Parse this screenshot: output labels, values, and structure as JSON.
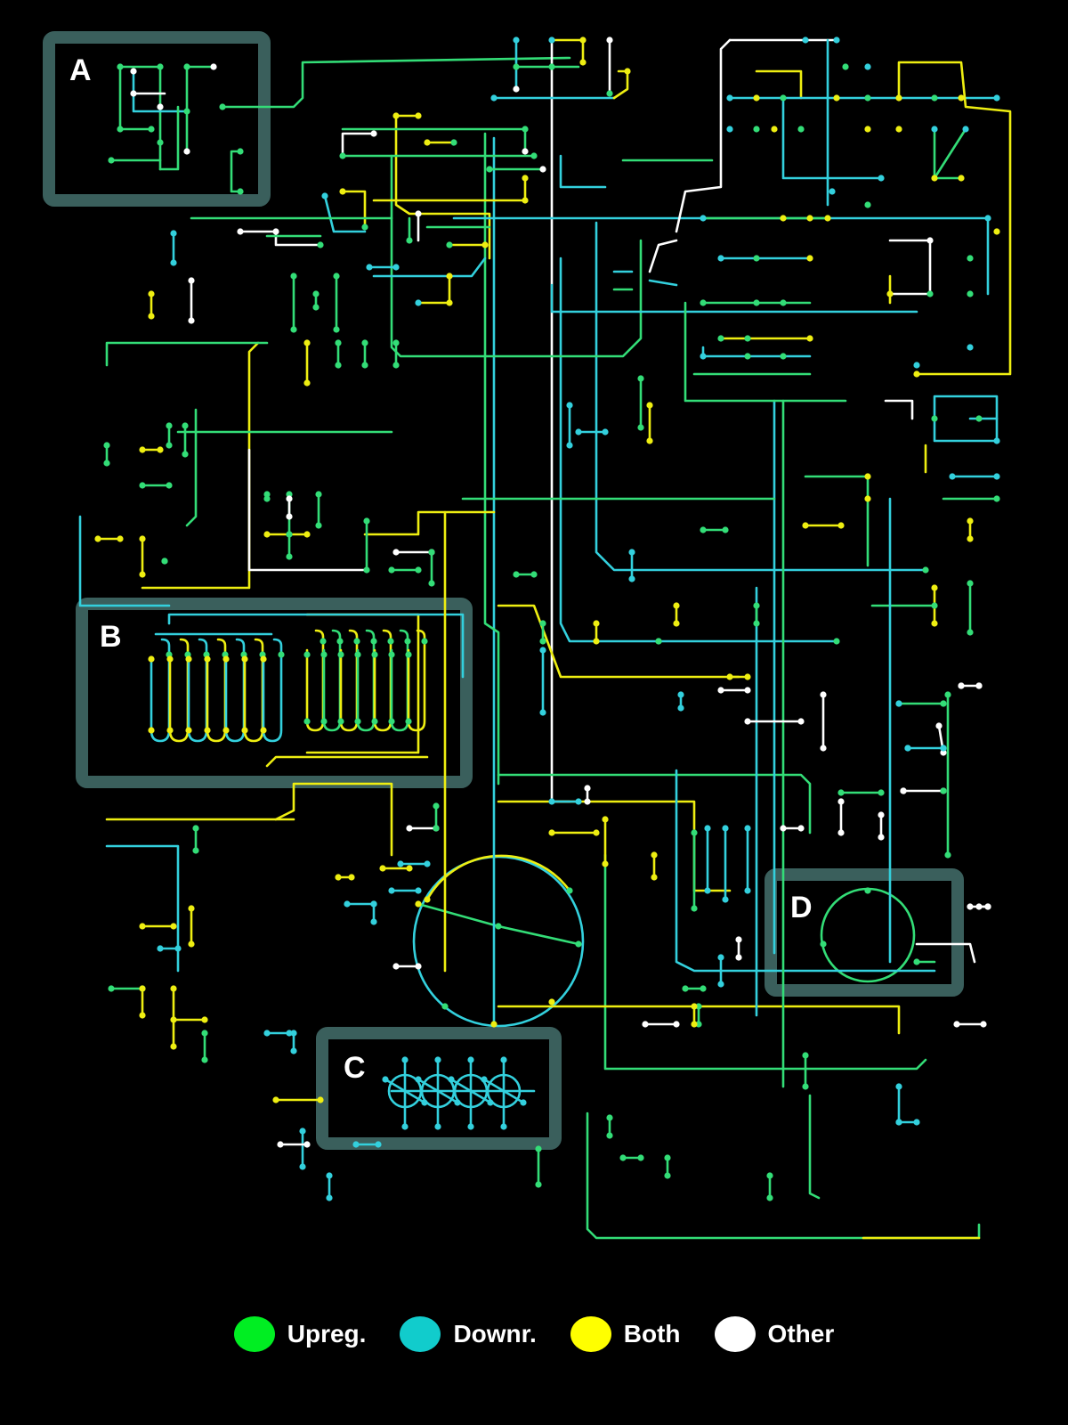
{
  "colors": {
    "background": "#000000",
    "upregulated": "#33dd77",
    "downregulated": "#33d0dd",
    "both": "#eeee11",
    "other": "#ffffff",
    "region_frame": "#3a5f5c"
  },
  "regions": [
    {
      "id": "A",
      "label": "A"
    },
    {
      "id": "B",
      "label": "B"
    },
    {
      "id": "C",
      "label": "C"
    },
    {
      "id": "D",
      "label": "D"
    }
  ],
  "legend": [
    {
      "key": "upregulated",
      "label": "Upreg.",
      "color": "#00ee22"
    },
    {
      "key": "downregulated",
      "label": "Downr.",
      "color": "#11cccc"
    },
    {
      "key": "both",
      "label": "Both",
      "color": "#ffff00"
    },
    {
      "key": "other",
      "label": "Other",
      "color": "#ffffff"
    }
  ]
}
